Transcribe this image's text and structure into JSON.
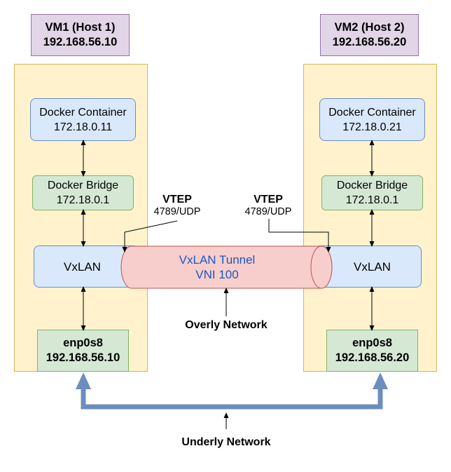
{
  "hosts": [
    {
      "title": "VM1 (Host 1)",
      "ip": "192.168.56.10",
      "container_label": "Docker Container",
      "container_ip": "172.18.0.11",
      "bridge_label": "Docker Bridge",
      "bridge_ip": "172.18.0.1",
      "vxlan_label": "VxLAN",
      "nic_label": "enp0s8",
      "nic_ip": "192.168.56.10"
    },
    {
      "title": "VM2 (Host 2)",
      "ip": "192.168.56.20",
      "container_label": "Docker Container",
      "container_ip": "172.18.0.21",
      "bridge_label": "Docker Bridge",
      "bridge_ip": "172.18.0.1",
      "vxlan_label": "VxLAN",
      "nic_label": "enp0s8",
      "nic_ip": "192.168.56.20"
    }
  ],
  "vteps": [
    {
      "title": "VTEP",
      "port": "4789/UDP"
    },
    {
      "title": "VTEP",
      "port": "4789/UDP"
    }
  ],
  "tunnel": {
    "line1": "VxLAN Tunnel",
    "line2": "VNI 100"
  },
  "overlay_label": "Overly Network",
  "underlay_label": "Underly Network",
  "colors": {
    "host_fill": "#fff2cc",
    "title_fill": "#e1d5e7",
    "container_fill": "#dae8fc",
    "bridge_fill": "#d5e8d4",
    "tunnel_fill": "#f8cecc",
    "tunnel_stroke": "#b85450",
    "underlay_arrow": "#6c8ebf",
    "tunnel_text": "#1a56c4"
  }
}
